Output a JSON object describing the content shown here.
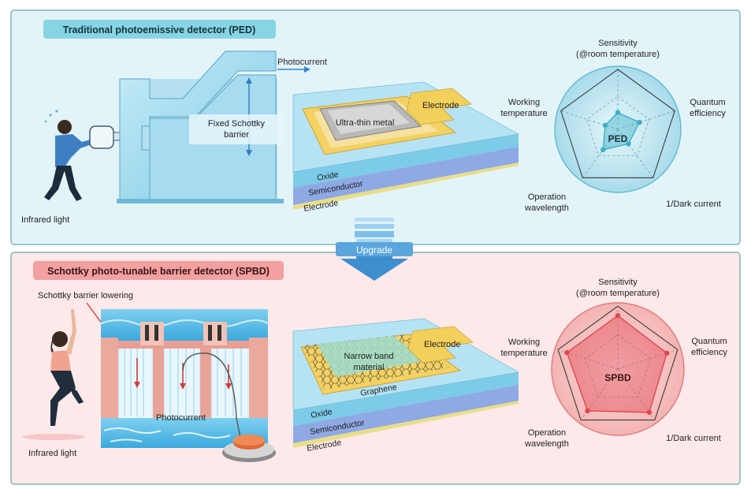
{
  "top": {
    "title": "Traditional photoemissive detector (PED)",
    "infrared_label": "Infrared light",
    "photocurrent_label": "Photocurrent",
    "barrier_label_line1": "Fixed Schottky",
    "barrier_label_line2": "barrier",
    "device": {
      "metal_label": "Ultra-thin metal",
      "electrode_label": "Electrode",
      "layer1": "Oxide",
      "layer2": "Semiconductor",
      "layer3": "Electrode"
    },
    "radar": {
      "center_label": "PED",
      "axes": {
        "sensitivity_line1": "Sensitivity",
        "sensitivity_line2": "(@room temperature)",
        "quantum_line1": "Quantum",
        "quantum_line2": "efficiency",
        "dark": "1/Dark current",
        "operation_line1": "Operation",
        "operation_line2": "wavelength",
        "working_line1": "Working",
        "working_line2": "temperature"
      },
      "values": [
        0.28,
        0.38,
        0.3,
        0.42,
        0.22
      ],
      "color": "#3ab0c6"
    }
  },
  "upgrade_label": "Upgrade",
  "bottom": {
    "title": "Schottky photo-tunable barrier detector (SPBD)",
    "infrared_label": "Infrared light",
    "barrier_lowering_label": "Schottky barrier lowering",
    "photocurrent_label": "Photocurrent",
    "device": {
      "material_line1": "Narrow band",
      "material_line2": "material",
      "electrode_label": "Electrode",
      "graphene_label": "Graphene",
      "layer1": "Oxide",
      "layer2": "Semiconductor",
      "layer3": "Electrode"
    },
    "radar": {
      "center_label": "SPBD",
      "axes": {
        "sensitivity_line1": "Sensitivity",
        "sensitivity_line2": "(@room temperature)",
        "quantum_line1": "Quantum",
        "quantum_line2": "efficiency",
        "dark": "1/Dark current",
        "operation_line1": "Operation",
        "operation_line2": "wavelength",
        "working_line1": "Working",
        "working_line2": "temperature"
      },
      "values": [
        0.85,
        0.82,
        0.85,
        0.82,
        0.85
      ],
      "color": "#e0484f"
    }
  },
  "colors": {
    "top_panel_bg": "#e3f4f9",
    "bottom_panel_bg": "#fde9e9",
    "top_title_bg": "#86d4e4",
    "bottom_title_bg": "#f2a0a0",
    "upgrade_arrow": "#3d8fd0"
  }
}
